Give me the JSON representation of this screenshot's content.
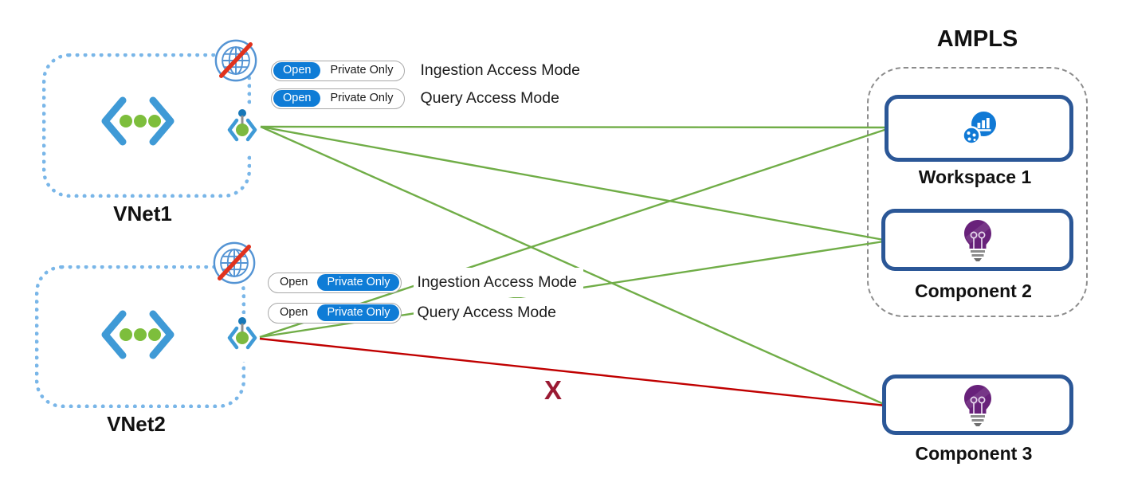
{
  "diagram": {
    "ampls_title": "AMPLS",
    "blocked_marker": "X",
    "vnets": [
      {
        "label": "VNet1",
        "access_modes": [
          {
            "label": "Ingestion Access Mode",
            "options": [
              "Open",
              "Private Only"
            ],
            "selected": "Open"
          },
          {
            "label": "Query Access Mode",
            "options": [
              "Open",
              "Private Only"
            ],
            "selected": "Open"
          }
        ]
      },
      {
        "label": "VNet2",
        "access_modes": [
          {
            "label": "Ingestion Access Mode",
            "options": [
              "Open",
              "Private Only"
            ],
            "selected": "Private Only"
          },
          {
            "label": "Query Access Mode",
            "options": [
              "Open",
              "Private Only"
            ],
            "selected": "Private Only"
          }
        ]
      }
    ],
    "resources": [
      {
        "label": "Workspace 1",
        "icon": "log-analytics-workspace-icon",
        "in_ampls": true
      },
      {
        "label": "Component 2",
        "icon": "application-insights-icon",
        "in_ampls": true
      },
      {
        "label": "Component 3",
        "icon": "application-insights-icon",
        "in_ampls": false
      }
    ],
    "connections": [
      {
        "from": "VNet1",
        "to": "Workspace 1",
        "status": "allowed"
      },
      {
        "from": "VNet1",
        "to": "Component 2",
        "status": "allowed"
      },
      {
        "from": "VNet1",
        "to": "Component 3",
        "status": "allowed"
      },
      {
        "from": "VNet2",
        "to": "Workspace 1",
        "status": "allowed"
      },
      {
        "from": "VNet2",
        "to": "Component 2",
        "status": "allowed"
      },
      {
        "from": "VNet2",
        "to": "Component 3",
        "status": "blocked"
      }
    ],
    "colors": {
      "allowed_line": "#70AD47",
      "blocked_line": "#C00000",
      "toggle_selected": "#0F7CD6",
      "resource_border": "#2B5797",
      "vnet_border": "#79B6E8"
    }
  }
}
